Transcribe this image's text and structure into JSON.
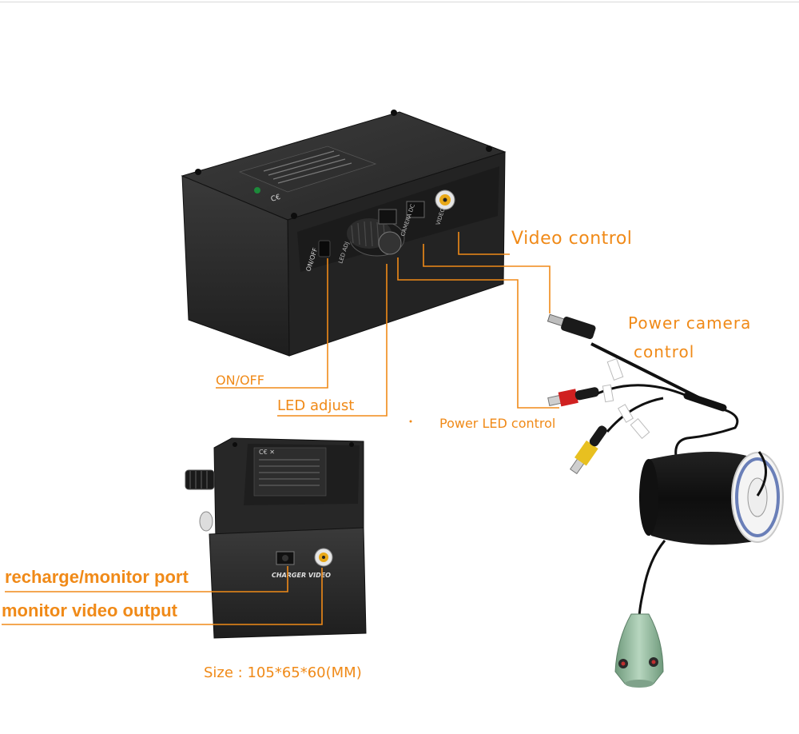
{
  "labels": {
    "video_control": "Video control",
    "power_camera_line1": "Power camera",
    "power_camera_line2": "control",
    "on_off": "ON/OFF",
    "led_adjust": "LED adjust",
    "power_led_control": "Power LED control",
    "recharge_monitor_port": "recharge/monitor port",
    "monitor_video_output": "monitor video output",
    "size": "Size : 105*65*60(MM)"
  },
  "device_markings": {
    "on_off_switch": "ON/OFF",
    "led_adj": "LED ADJ",
    "camera_dc": "CAMERA DC",
    "video": "VIDEO",
    "charger_video": "CHARGER VIDEO"
  },
  "colors": {
    "annotation": "#f08a18",
    "device_body": "#2a2a2a",
    "video_plug": "#e8c020",
    "power_plug": "#d02020",
    "camera_head": "#8fb89a"
  }
}
